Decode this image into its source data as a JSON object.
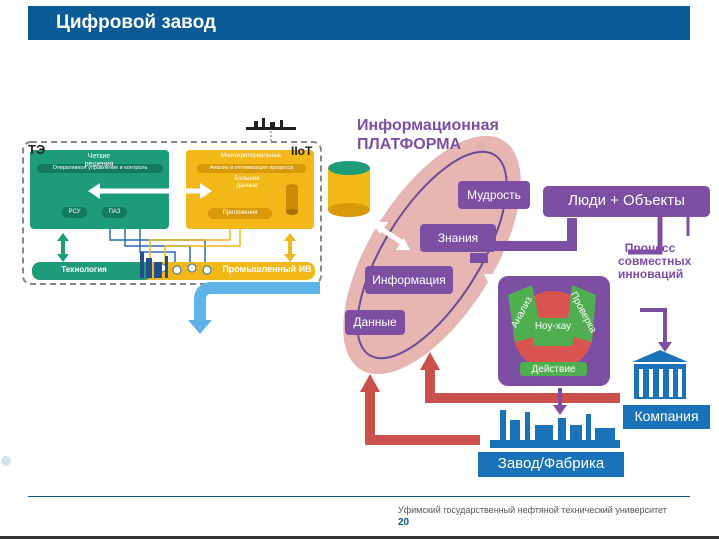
{
  "header": {
    "title": "Цифровой завод"
  },
  "left_panel": {
    "te_label": "ТЭ",
    "iiot_label": "IIoT",
    "green_block": {
      "title": "Четкие решения",
      "ops_label": "Оперативное управление и контроль",
      "rsu_label": "РСУ",
      "paz_label": "ПАЗ"
    },
    "yellow_block": {
      "title": "Многокритериальные",
      "analysis_label": "Анализ и оптимизация процесса",
      "bigdata_label": "Большие данные",
      "apps_label": "Приложения"
    },
    "technology_label": "Технология",
    "industrial_label": "Промышленный ИВ"
  },
  "platform": {
    "title_line1": "Информационная",
    "title_line2": "ПЛАТФОРМА",
    "levels": [
      "Данные",
      "Информация",
      "Знания",
      "Мудрость"
    ]
  },
  "people_objects": "Люди + Объекты",
  "innovation_process": "Процесс совместных инноваций",
  "cycle": {
    "analysis": "Анализ",
    "check": "Проверка",
    "knowhow": "Ноу-хау",
    "action": "Действие"
  },
  "company": "Компания",
  "factory": "Завод/Фабрика",
  "footer": {
    "university": "Уфимский государственный нефтяной технический университет",
    "page": "20"
  },
  "colors": {
    "title_bar": "#0a5a96",
    "teal": "#1e9b78",
    "yellow": "#f2b718",
    "purple": "#7c4fa3",
    "red_arrow": "#c9504b",
    "blue": "#1a73b8"
  }
}
